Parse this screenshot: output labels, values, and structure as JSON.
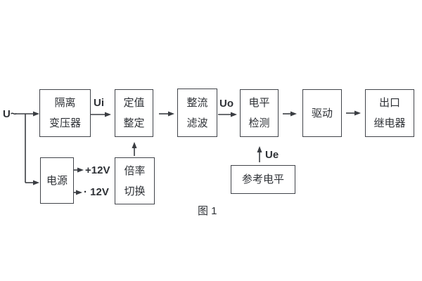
{
  "figure": {
    "caption": "图 1",
    "colors": {
      "line": "#3a3d42",
      "text": "#2e3136",
      "background": "#ffffff"
    }
  },
  "blocks": {
    "isolation_transformer": "隔离\n变压器",
    "setting_adjust": "定值\n整定",
    "rectifier_filter": "整流\n滤波",
    "level_detection": "电平\n检测",
    "drive": "驱动",
    "output_relay": "出口\n继电器",
    "power_supply": "电源",
    "ratio_switch": "倍率\n切换",
    "reference_level": "参考电平"
  },
  "labels": {
    "input_voltage": "U~",
    "ui": "Ui",
    "uo": "Uo",
    "ue": "Ue",
    "plus_12v": "+12V",
    "minus_12v": "· 12V"
  }
}
